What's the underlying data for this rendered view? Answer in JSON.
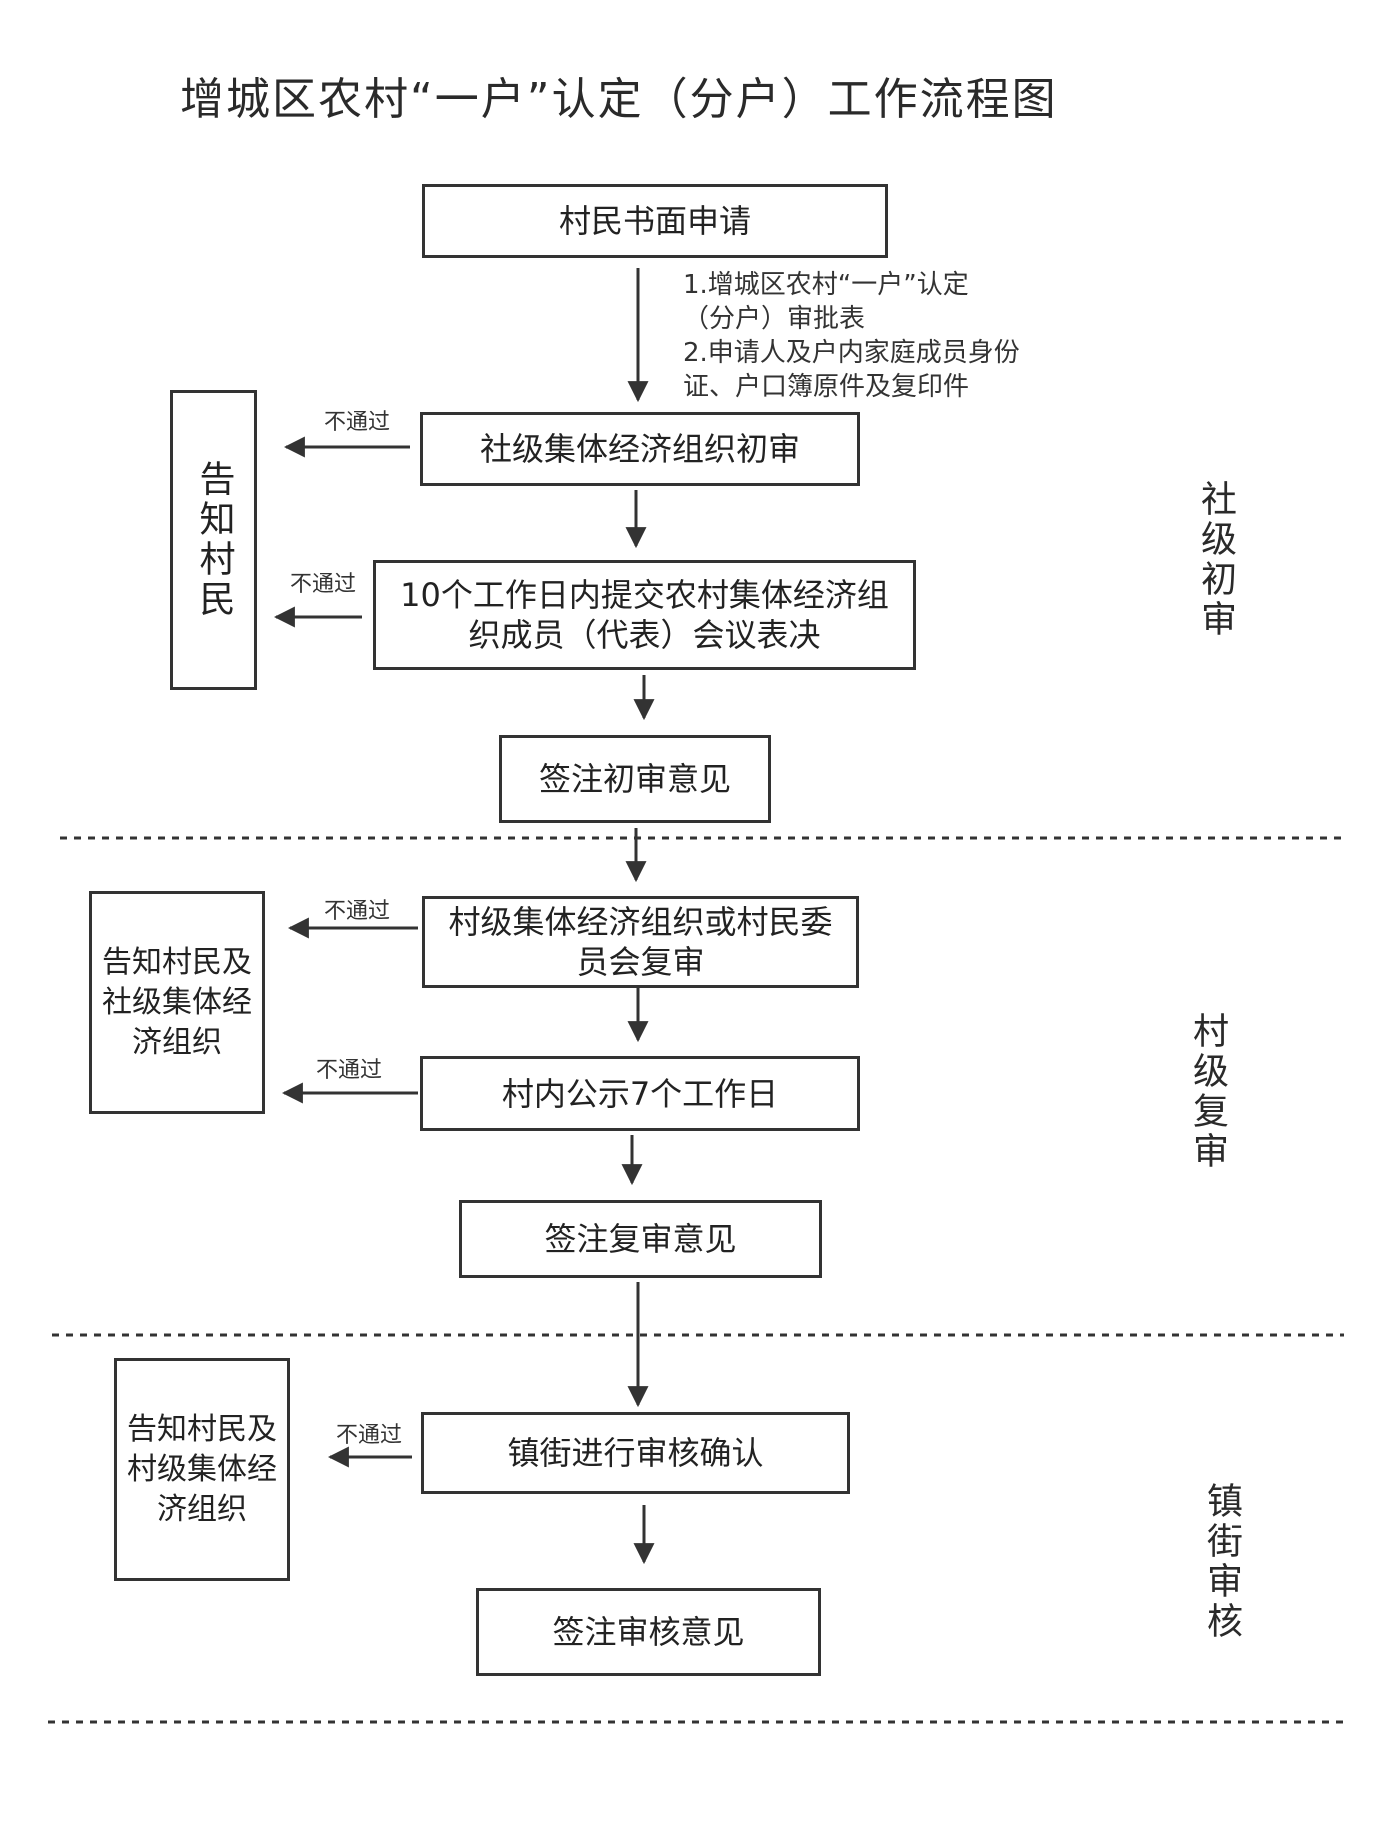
{
  "title": "增城区农村“一户”认定（分户）工作流程图",
  "steps": {
    "apply": "村民书面申请",
    "she_review": "社级集体经济组织初审",
    "meeting": "10个工作日内提交农村集体经济组织成员（代表）会议表决",
    "sign_initial": "签注初审意见",
    "cun_review": "村级集体经济组织或村民委员会复审",
    "publicity": "村内公示7个工作日",
    "sign_recheck": "签注复审意见",
    "town_review": "镇街进行审核确认",
    "sign_audit": "签注审核意见"
  },
  "materials": [
    "1.增城区农村“一户”认定",
    "（分户）审批表",
    "2.申请人及户内家庭成员身份",
    "证、户口簿原件及复印件"
  ],
  "fail_label": "不通过",
  "notify": {
    "villager": "告知村民",
    "villager_she": "告知村民及社级集体经济组织",
    "villager_cun": "告知村民及村级集体经济组织"
  },
  "stages": {
    "she": "社级初审",
    "cun": "村级复审",
    "town": "镇街审核"
  }
}
